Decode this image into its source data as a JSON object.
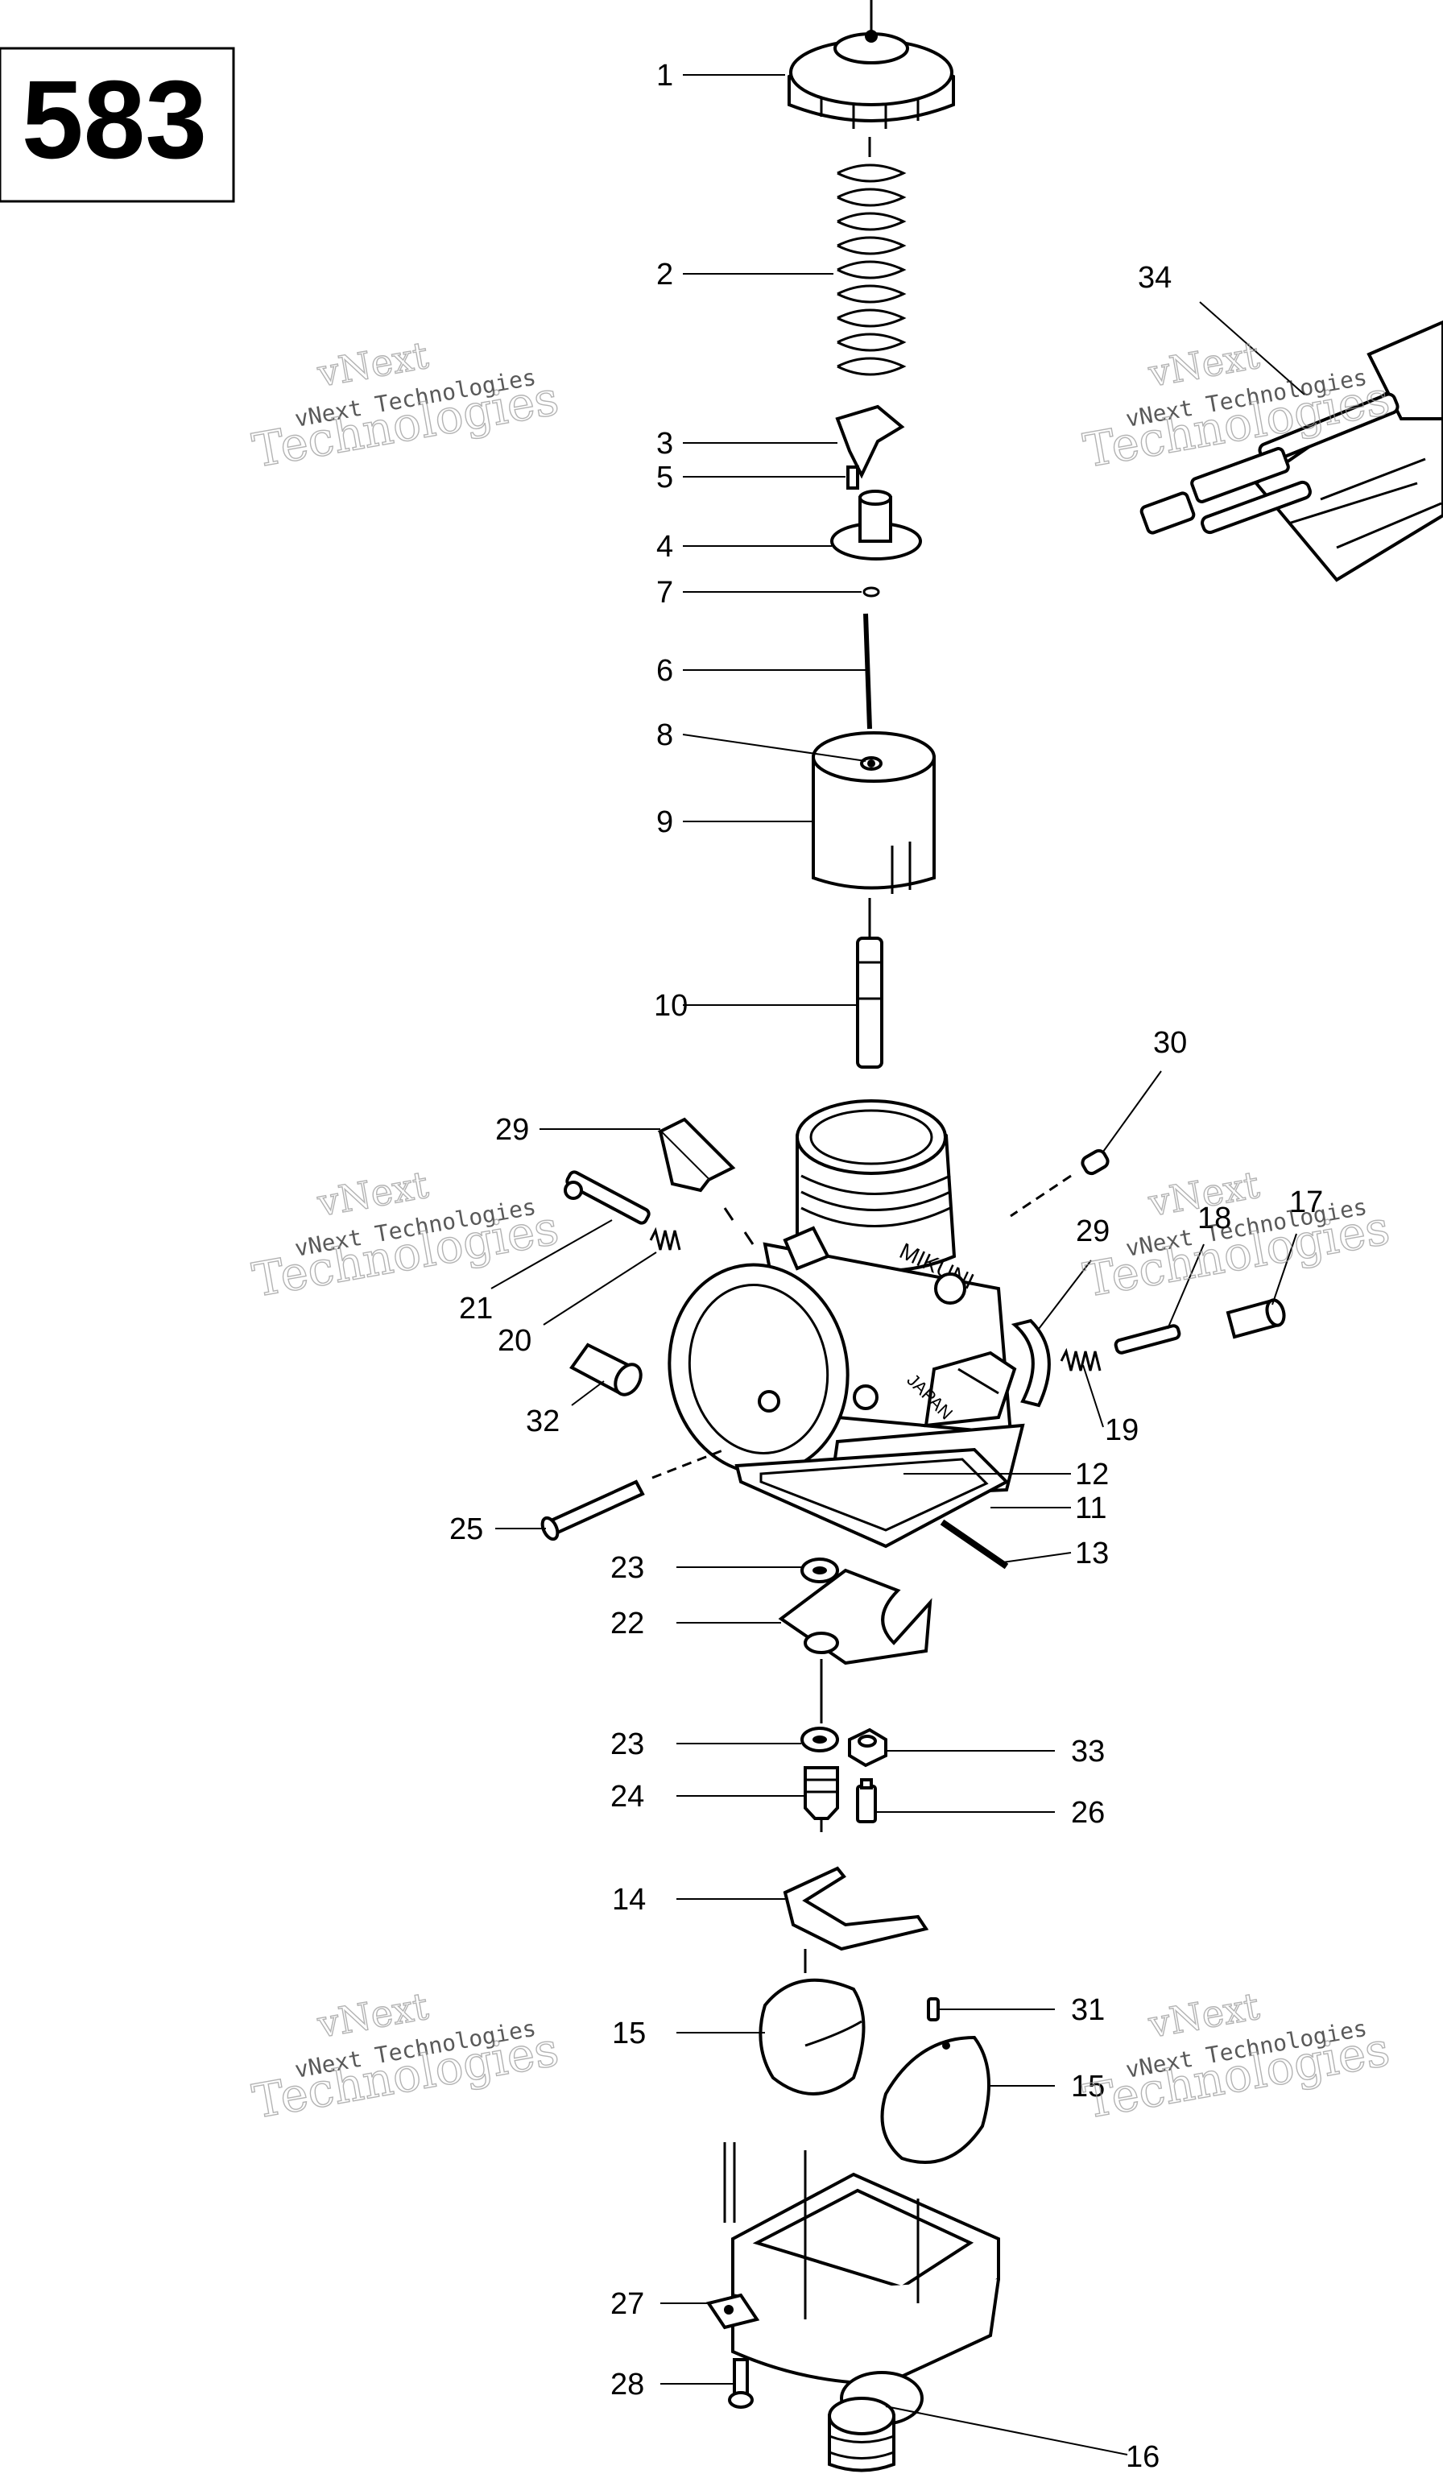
{
  "page_badge": "583",
  "callouts": {
    "c1": "1",
    "c2": "2",
    "c3": "3",
    "c5": "5",
    "c4": "4",
    "c7": "7",
    "c6": "6",
    "c8": "8",
    "c9": "9",
    "c10": "10",
    "c30": "30",
    "c29a": "29",
    "c21": "21",
    "c20": "20",
    "c32": "32",
    "c25": "25",
    "c29b": "29",
    "c18": "18",
    "c17": "17",
    "c19": "19",
    "c12": "12",
    "c11": "11",
    "c13": "13",
    "c23a": "23",
    "c22": "22",
    "c23b": "23",
    "c33": "33",
    "c24": "24",
    "c26": "26",
    "c14": "14",
    "c15a": "15",
    "c31": "31",
    "c15b": "15",
    "c27": "27",
    "c28": "28",
    "c16": "16",
    "c34": "34"
  },
  "watermark": {
    "line1": "vNext",
    "line2": "vNext Technologies",
    "line3": "Technologies"
  },
  "parts": [
    {
      "callout": "1",
      "icon": "cap-icon"
    },
    {
      "callout": "2",
      "icon": "spring-icon"
    },
    {
      "callout": "3",
      "icon": "retainer-plate-icon"
    },
    {
      "callout": "4",
      "icon": "needle-holder-icon"
    },
    {
      "callout": "5",
      "icon": "screw-icon"
    },
    {
      "callout": "6",
      "icon": "jet-needle-icon"
    },
    {
      "callout": "7",
      "icon": "e-clip-icon"
    },
    {
      "callout": "8",
      "icon": "washer-icon"
    },
    {
      "callout": "9",
      "icon": "throttle-slide-icon"
    },
    {
      "callout": "10",
      "icon": "needle-jet-icon"
    },
    {
      "callout": "11",
      "icon": "gasket-icon"
    },
    {
      "callout": "12",
      "icon": "float-pin-icon"
    },
    {
      "callout": "13",
      "icon": "pin-icon"
    },
    {
      "callout": "14",
      "icon": "float-arm-icon"
    },
    {
      "callout": "15",
      "icon": "float-icon"
    },
    {
      "callout": "16",
      "icon": "drain-plug-icon"
    },
    {
      "callout": "17",
      "icon": "cap-plug-icon"
    },
    {
      "callout": "18",
      "icon": "adjust-screw-icon"
    },
    {
      "callout": "19",
      "icon": "spring-small-icon"
    },
    {
      "callout": "20",
      "icon": "spring-small-icon"
    },
    {
      "callout": "21",
      "icon": "adjust-screw-icon"
    },
    {
      "callout": "22",
      "icon": "baffle-plate-icon"
    },
    {
      "callout": "23",
      "icon": "washer-icon"
    },
    {
      "callout": "24",
      "icon": "needle-valve-icon"
    },
    {
      "callout": "25",
      "icon": "tube-icon"
    },
    {
      "callout": "26",
      "icon": "pilot-jet-icon"
    },
    {
      "callout": "27",
      "icon": "clip-icon"
    },
    {
      "callout": "28",
      "icon": "screw-icon"
    },
    {
      "callout": "29",
      "icon": "hose-icon"
    },
    {
      "callout": "30",
      "icon": "plug-icon"
    },
    {
      "callout": "31",
      "icon": "pin-icon"
    },
    {
      "callout": "32",
      "icon": "sleeve-icon"
    },
    {
      "callout": "33",
      "icon": "main-jet-icon"
    },
    {
      "callout": "34",
      "icon": "tool-kit-icon"
    }
  ]
}
